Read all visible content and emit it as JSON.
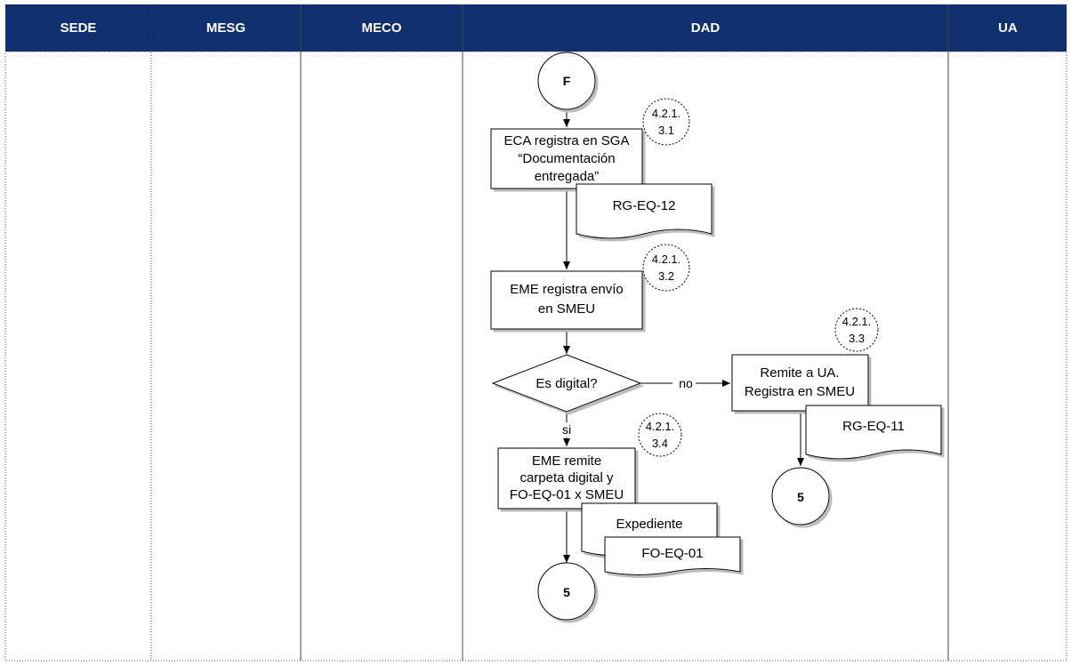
{
  "lanes": [
    "SEDE",
    "MESG",
    "MECO",
    "DAD",
    "UA"
  ],
  "colors": {
    "header": "#0f2f6e",
    "stroke": "#000000",
    "fill": "#ffffff"
  },
  "nodes": {
    "connector_f": "F",
    "step1": [
      "ECA registra en SGA",
      "“Documentación",
      "entregada”"
    ],
    "step1_ref": [
      "4.2.1.",
      "3.1"
    ],
    "doc_rg12": "RG-EQ-12",
    "step2": [
      "EME registra envío",
      "en SMEU"
    ],
    "step2_ref": [
      "4.2.1.",
      "3.2"
    ],
    "decision": "Es digital?",
    "decision_no": "no",
    "decision_yes": "si",
    "step3": [
      "Remite a UA.",
      "Registra en SMEU"
    ],
    "step3_ref": [
      "4.2.1.",
      "3.3"
    ],
    "doc_rg11": "RG-EQ-11",
    "connector_5_right": "5",
    "step4": [
      "EME remite",
      "carpeta digital y",
      "FO-EQ-01 x SMEU"
    ],
    "step4_ref": [
      "4.2.1.",
      "3.4"
    ],
    "doc_expediente": "Expediente",
    "doc_fo01": "FO-EQ-01",
    "connector_5_bottom": "5"
  }
}
